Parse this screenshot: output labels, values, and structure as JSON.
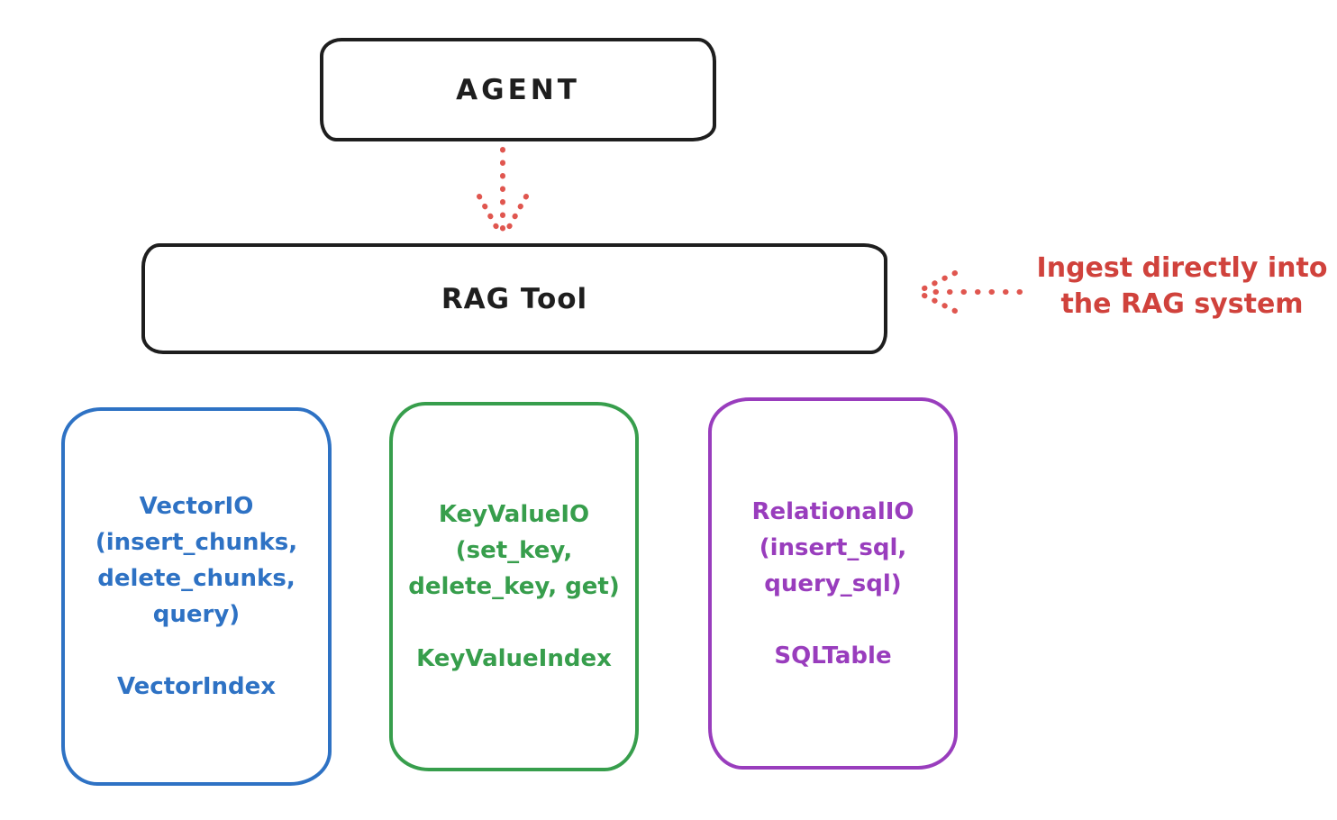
{
  "diagram": {
    "agent": {
      "label": "AGENT"
    },
    "rag_tool": {
      "label": "RAG Tool"
    },
    "annotation": {
      "text": "Ingest directly into\nthe RAG system",
      "color": "#d0423c"
    },
    "arrows": [
      {
        "name": "agent-to-rag-tool",
        "style": "dotted",
        "direction": "down",
        "color": "#e0564f"
      },
      {
        "name": "annotation-to-rag-tool",
        "style": "dotted",
        "direction": "left",
        "color": "#e0564f"
      }
    ],
    "backends": [
      {
        "id": "vector",
        "title_lines": "VectorIO\n(insert_chunks,\ndelete_chunks,\nquery)",
        "index_label": "VectorIndex",
        "color": "#2e72c4"
      },
      {
        "id": "keyvalue",
        "title_lines": "KeyValueIO\n(set_key,\ndelete_key, get)",
        "index_label": "KeyValueIndex",
        "color": "#379e4c"
      },
      {
        "id": "relational",
        "title_lines": "RelationalIO\n(insert_sql,\nquery_sql)",
        "index_label": "SQLTable",
        "color": "#993dbd"
      }
    ],
    "ink_color": "#1e1e1e"
  }
}
